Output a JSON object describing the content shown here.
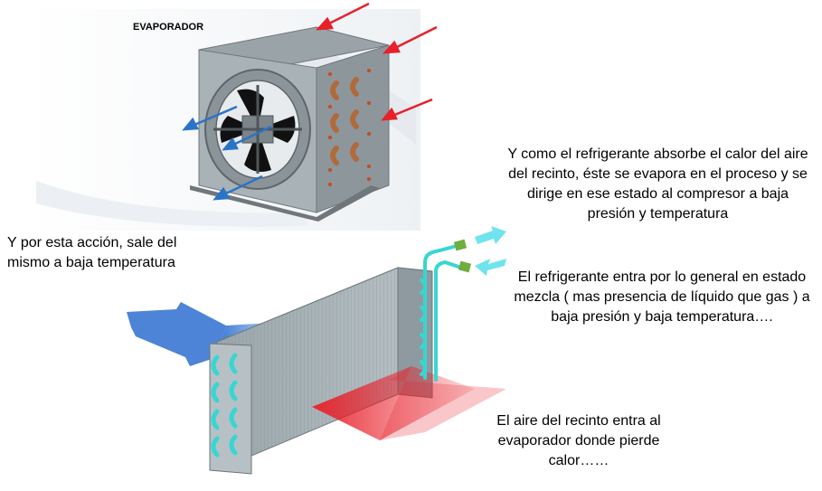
{
  "diagram": {
    "title": "EVAPORADOR",
    "notes": {
      "air_exit": "Y por esta acción, sale del mismo a baja temperatura",
      "refrigerant_vapor": "Y como el refrigerante absorbe el calor del aire del recinto, éste se evapora en el proceso y se dirige en ese estado al compresor a baja presión y temperatura",
      "refrigerant_inlet": "El refrigerante entra por lo general en estado mezcla ( mas presencia de líquido que gas ) a baja presión y baja temperatura….",
      "air_inlet": "El aire del recinto entra al evaporador donde pierde calor……"
    },
    "colors": {
      "hot_air": "#e8202a",
      "cold_air": "#2f7fe0",
      "refrigerant_tubes": "#38d6d2",
      "coil_body": "#8f9aa0"
    }
  }
}
